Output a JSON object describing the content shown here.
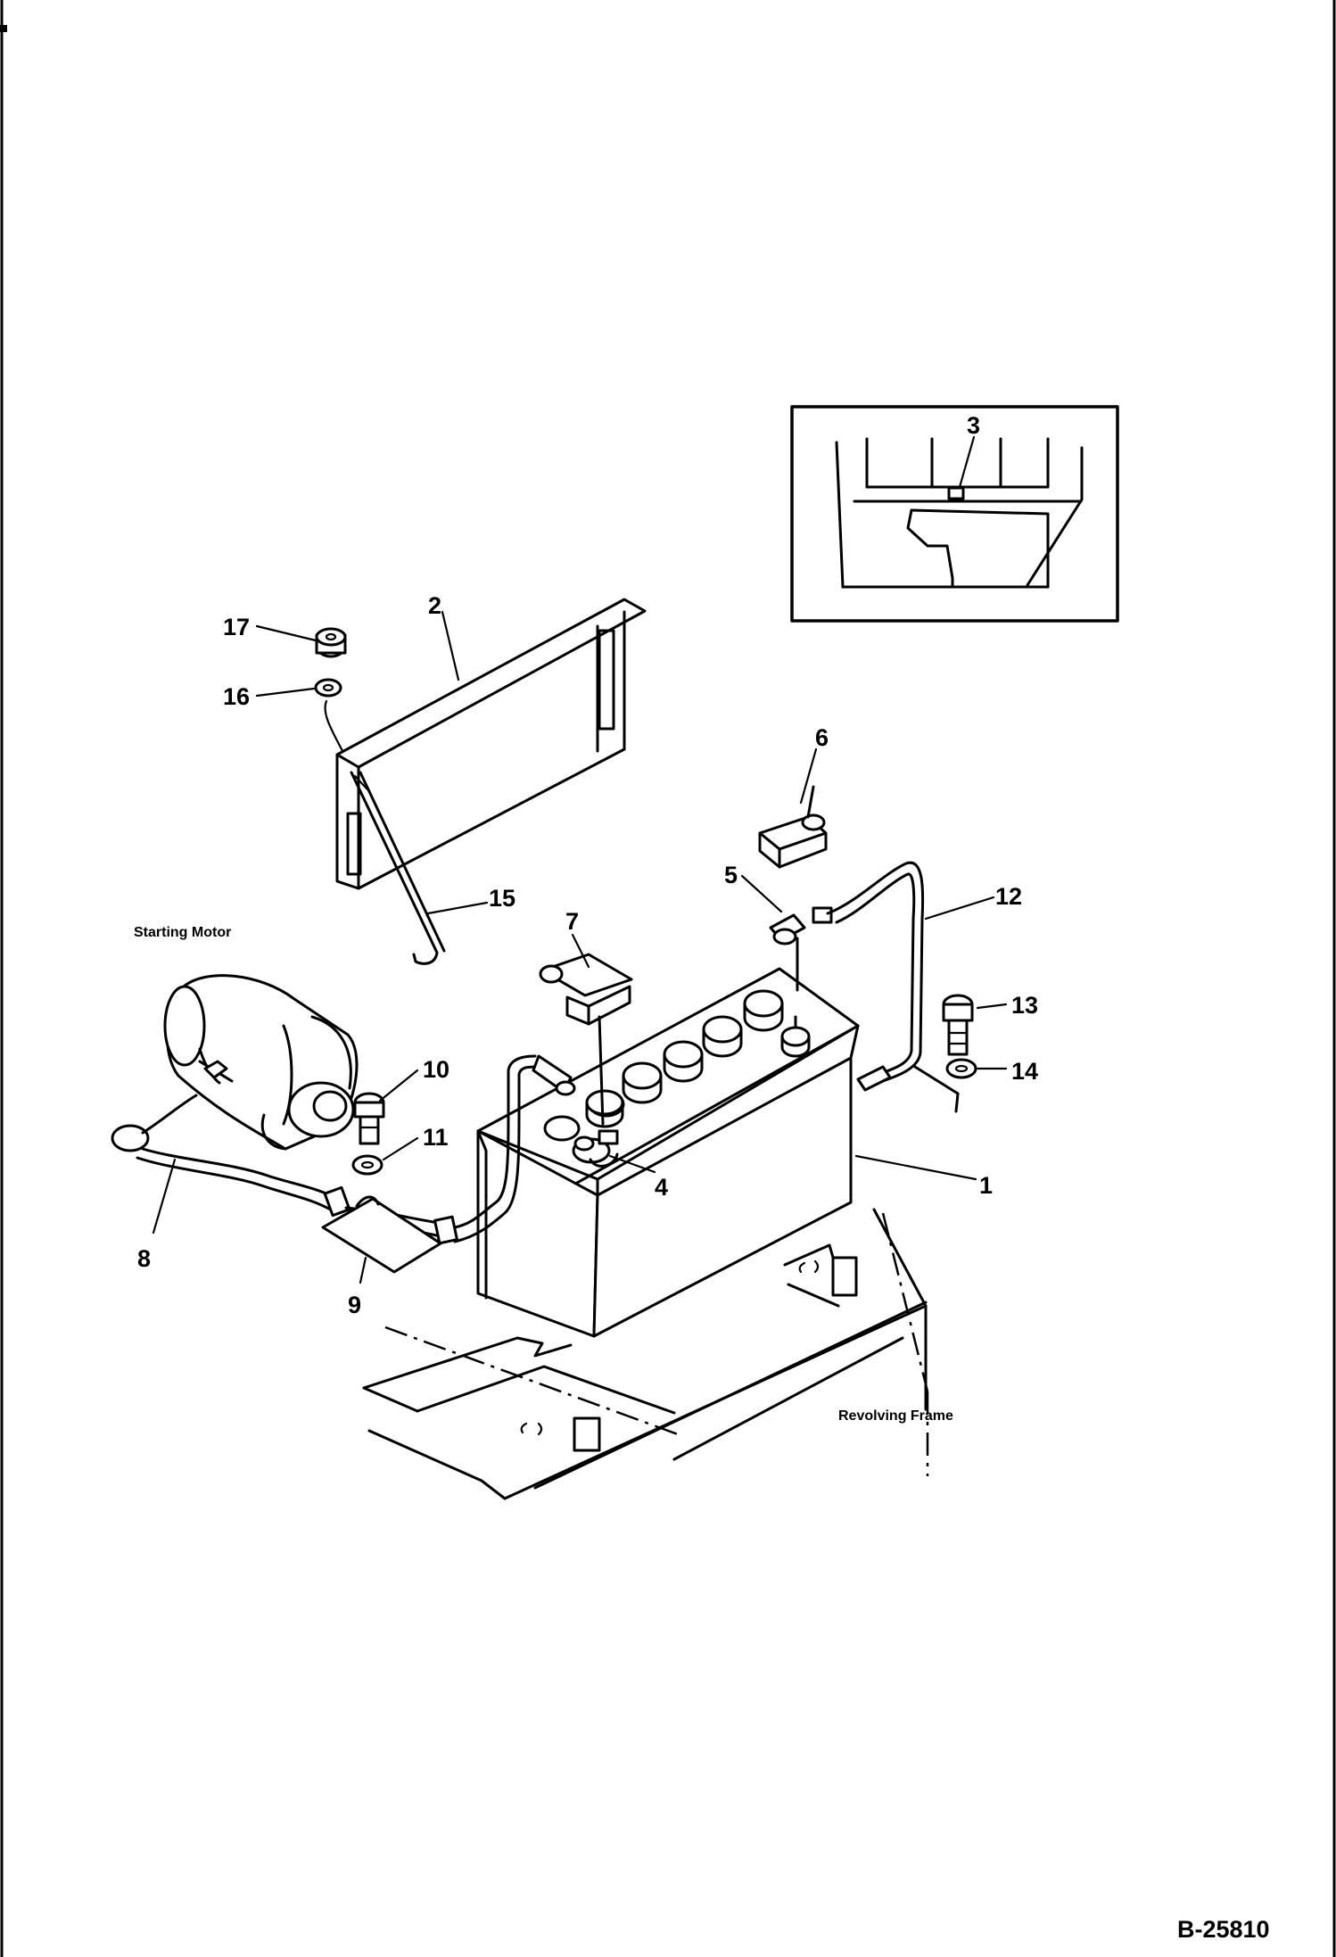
{
  "callouts": [
    "1",
    "2",
    "3",
    "4",
    "5",
    "6",
    "7",
    "8",
    "9",
    "10",
    "11",
    "12",
    "13",
    "14",
    "15",
    "16",
    "17"
  ],
  "labels": {
    "starting_motor": "Starting Motor",
    "revolving_frame": "Revolving Frame"
  },
  "drawing_code": "B-25810"
}
